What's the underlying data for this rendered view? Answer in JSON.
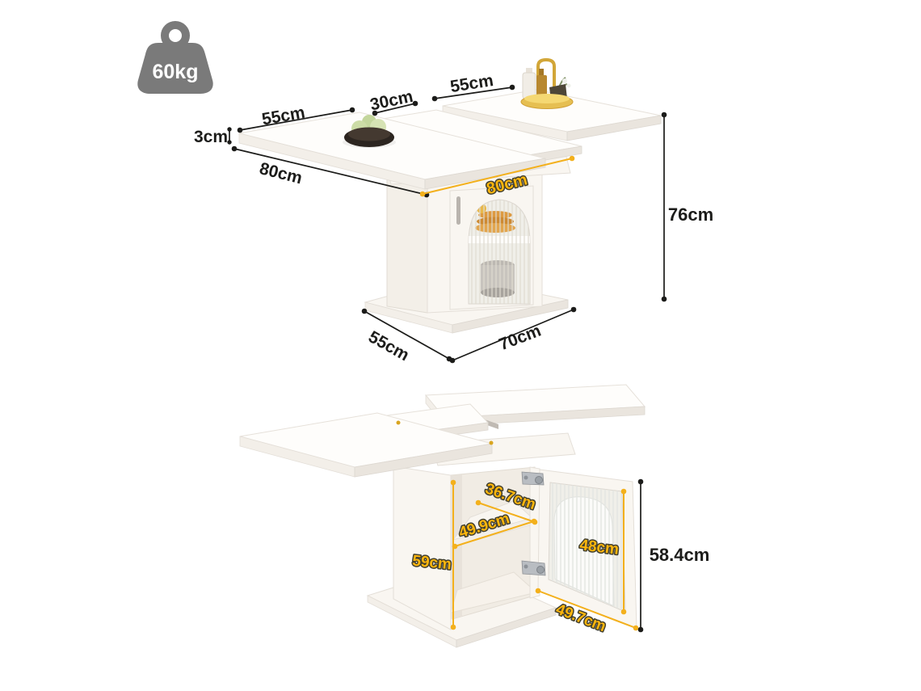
{
  "colors": {
    "dimension_black": "#1c1c1a",
    "dimension_yellow_line": "#f3b01c",
    "dimension_yellow_text": "#ffb60d",
    "weight_icon_gray": "#7a7a7a",
    "furniture_white": "#fefdfb"
  },
  "weight_capacity": {
    "label": "60kg"
  },
  "top_view": {
    "dimensions": {
      "left_leaf_width": "55cm",
      "center_leaf_width": "30cm",
      "right_leaf_width": "55cm",
      "tabletop_thickness": "3cm",
      "leaf_depth": "80cm",
      "cabinet_width": "80cm",
      "table_height": "76cm",
      "base_depth": "55cm",
      "base_width": "70cm"
    }
  },
  "bottom_view": {
    "dimensions": {
      "shelf_depth": "36.7cm",
      "shelf_width": "49.9cm",
      "side_panel_height": "59cm",
      "door_glass_height": "48cm",
      "door_width": "49.7cm",
      "cabinet_outer_height": "58.4cm"
    }
  }
}
